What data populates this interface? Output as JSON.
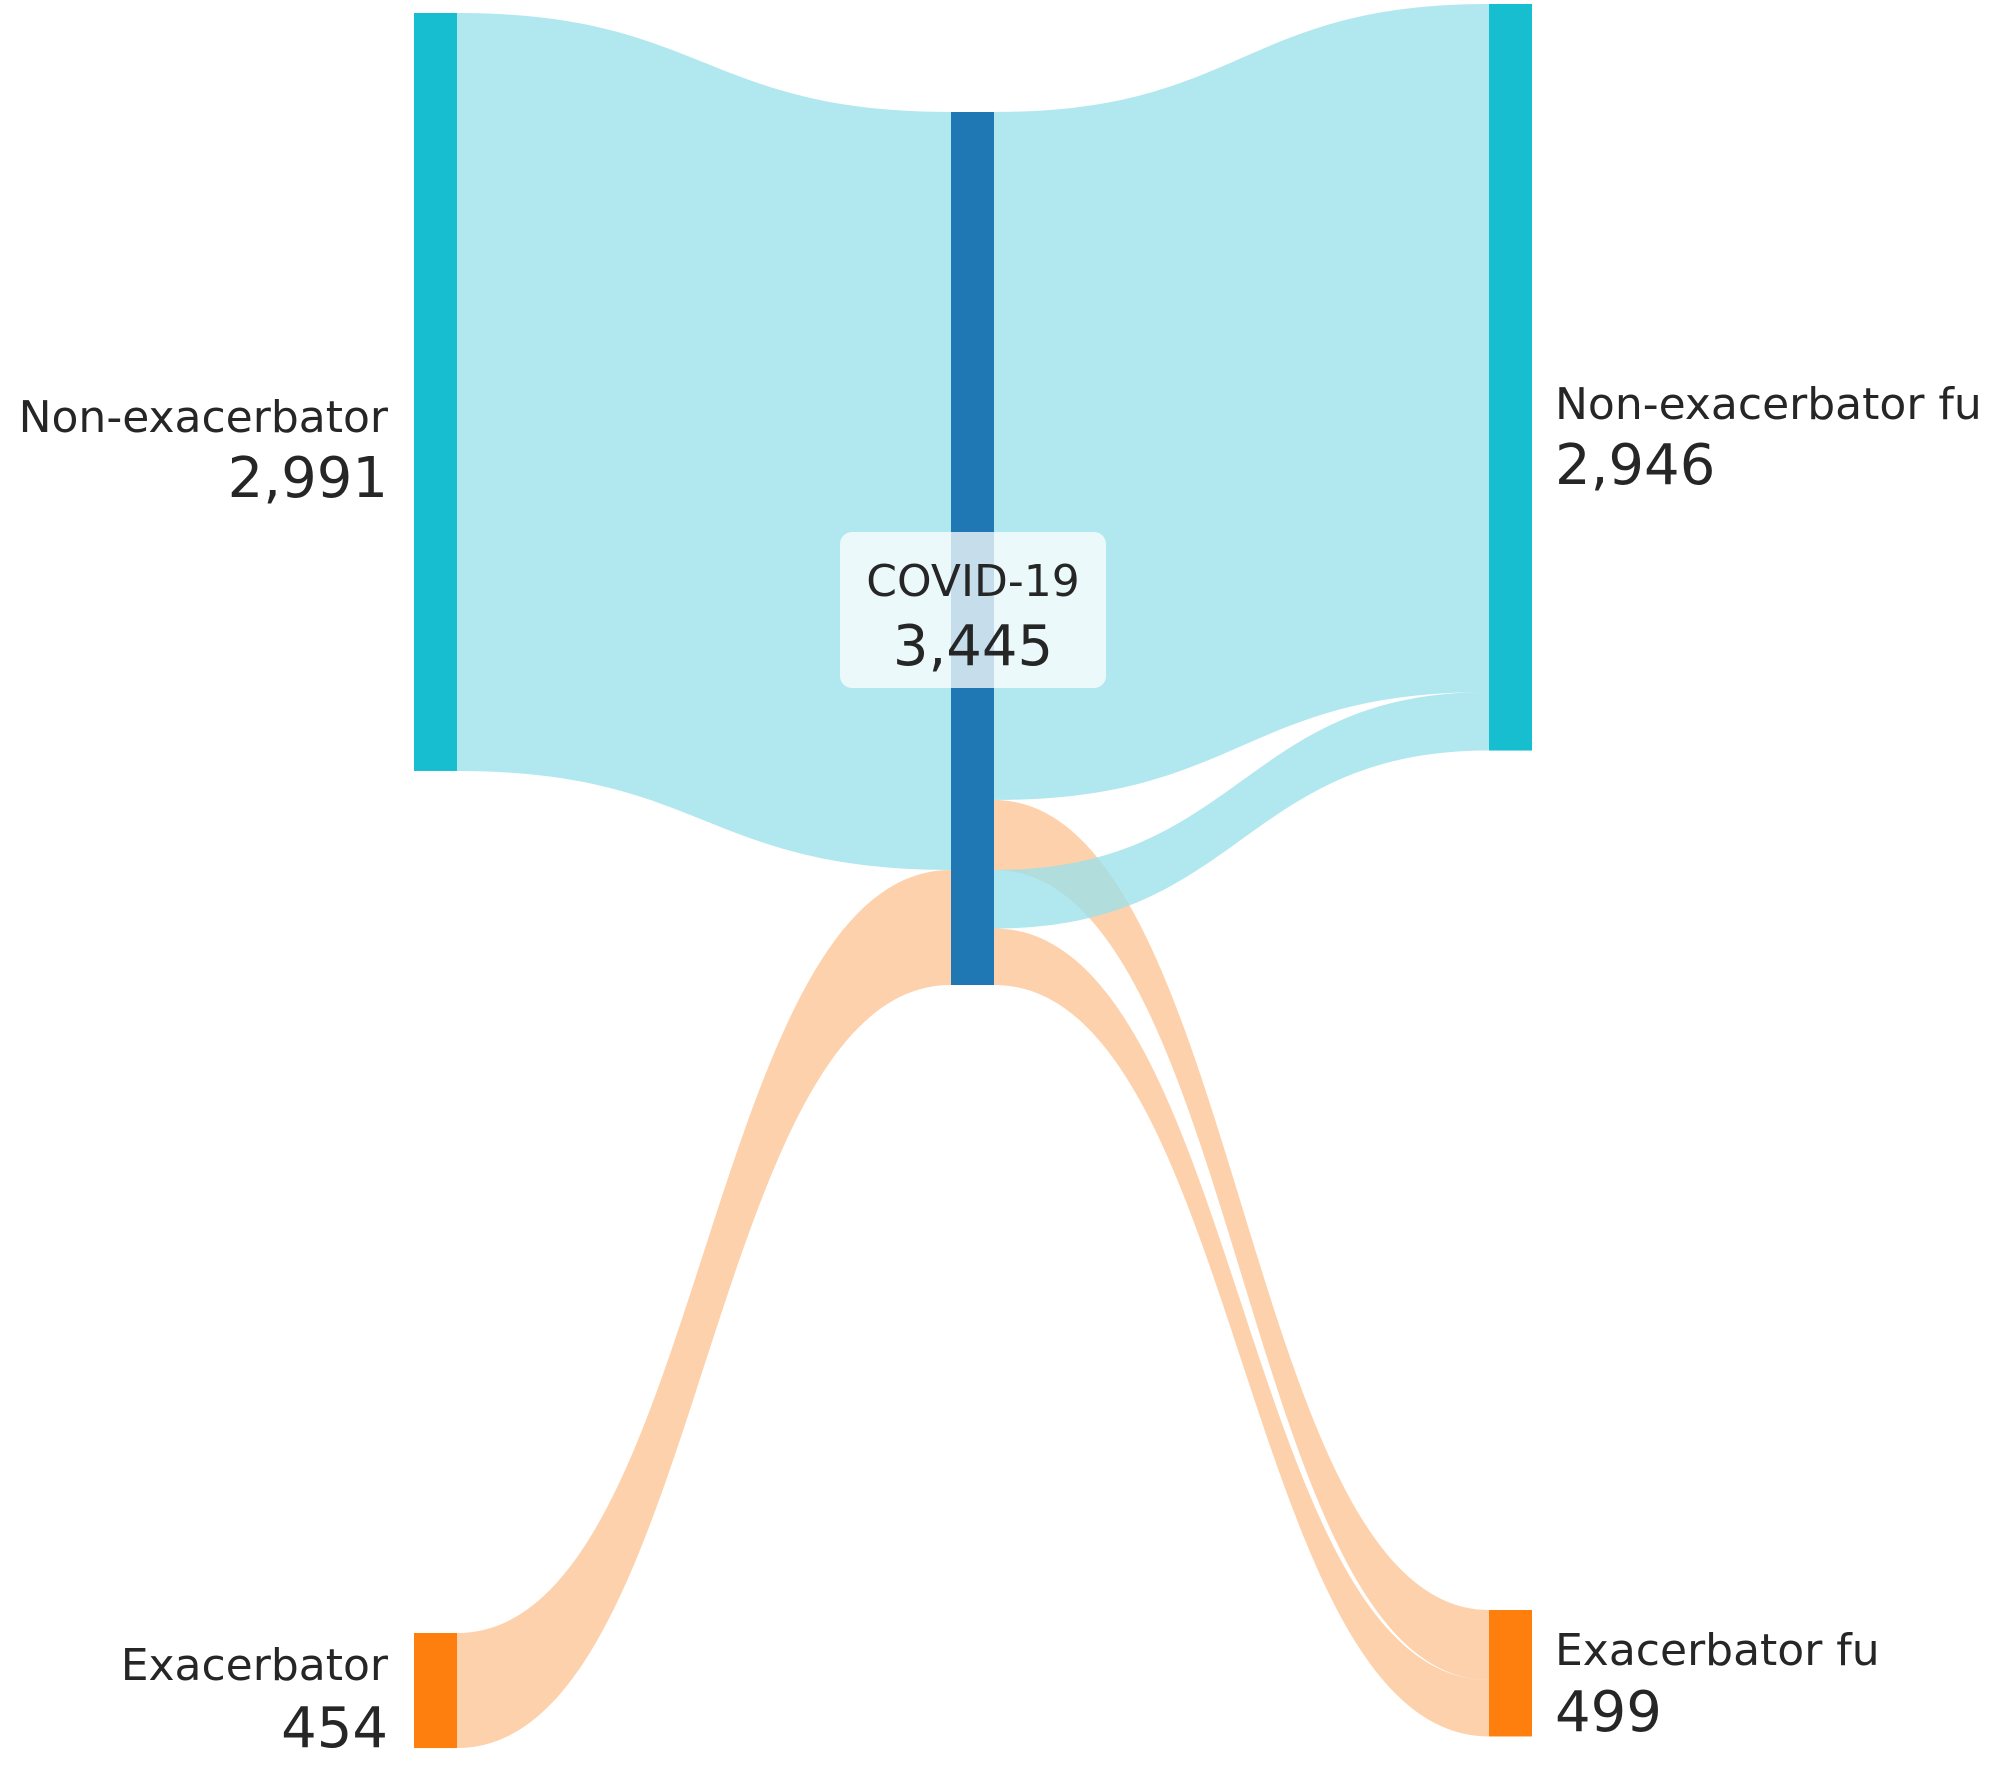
{
  "chart_data": {
    "type": "sankey",
    "nodes": [
      {
        "id": "non_exacerbator",
        "label": "Non-exacerbator",
        "value_label": "2,991",
        "value": 2991,
        "color": "#17becf"
      },
      {
        "id": "exacerbator",
        "label": "Exacerbator",
        "value_label": "454",
        "value": 454,
        "color": "#ff7f0e"
      },
      {
        "id": "covid",
        "label": "COVID-19",
        "value_label": "3,445",
        "value": 3445,
        "color": "#1f77b4"
      },
      {
        "id": "non_exacerbator_fu",
        "label": "Non-exacerbator fu",
        "value_label": "2,946",
        "value": 2946,
        "color": "#17becf"
      },
      {
        "id": "exacerbator_fu",
        "label": "Exacerbator fu",
        "value_label": "499",
        "value": 499,
        "color": "#ff7f0e"
      }
    ],
    "links": [
      {
        "source": "non_exacerbator",
        "target": "covid",
        "value": 2991,
        "color": "#9be0ea"
      },
      {
        "source": "exacerbator",
        "target": "covid",
        "value": 454,
        "color": "#fdc494"
      },
      {
        "source": "covid",
        "target": "non_exacerbator_fu",
        "value": 2715,
        "color": "#9be0ea"
      },
      {
        "source": "covid",
        "target": "exacerbator_fu",
        "value": 276,
        "color": "#fdc494"
      },
      {
        "source": "covid",
        "target": "non_exacerbator_fu",
        "value": 231,
        "color": "#9be0ea"
      },
      {
        "source": "covid",
        "target": "exacerbator_fu",
        "value": 223,
        "color": "#fdc494"
      }
    ]
  }
}
